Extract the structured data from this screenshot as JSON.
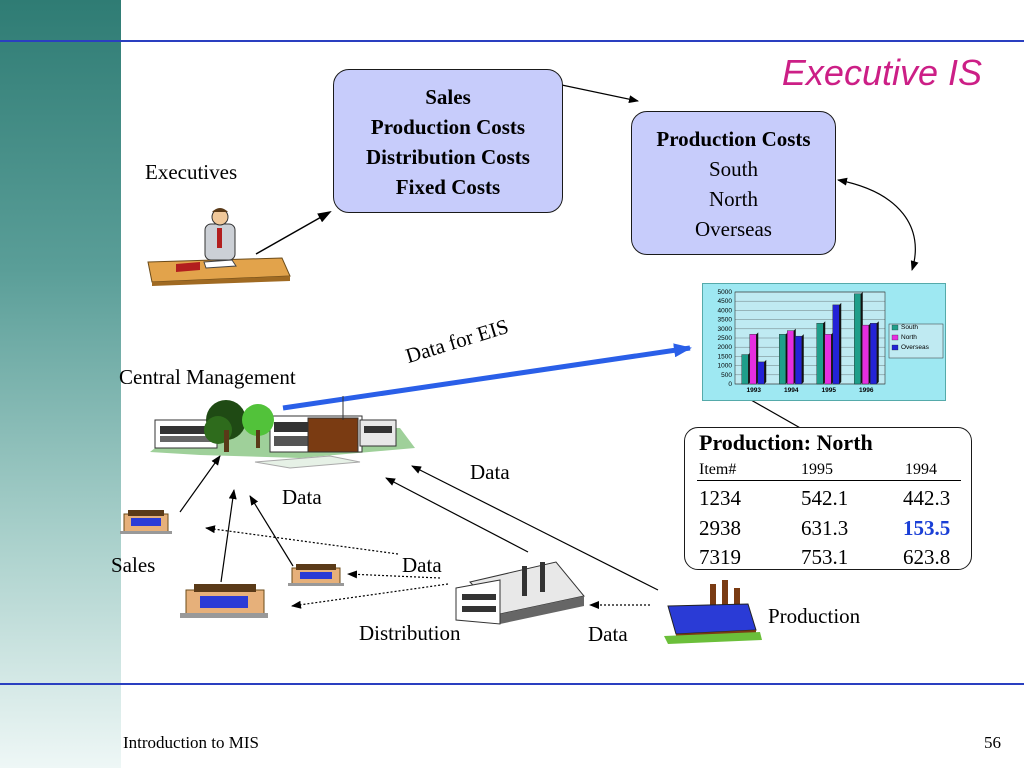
{
  "slide": {
    "title": "Executive IS",
    "footer_left": "Introduction to MIS",
    "page_number": "56"
  },
  "boxes": {
    "left": [
      "Sales",
      "Production Costs",
      "Distribution Costs",
      "Fixed Costs"
    ],
    "right_title": "Production Costs",
    "right_items": [
      "South",
      "North",
      "Overseas"
    ]
  },
  "labels": {
    "executives": "Executives",
    "central": "Central Management",
    "data_for_eis": "Data for EIS",
    "data_center": "Data",
    "data_mid": "Data",
    "data_low": "Data",
    "data_bottom": "Data",
    "sales": "Sales",
    "distribution": "Distribution",
    "production": "Production"
  },
  "table": {
    "title": "Production: North",
    "headers": [
      "Item#",
      "1995",
      "1994"
    ],
    "rows": [
      [
        "1234",
        "542.1",
        "442.3"
      ],
      [
        "2938",
        "631.3",
        "153.5"
      ],
      [
        "7319",
        "753.1",
        "623.8"
      ]
    ],
    "highlight_color": "#1a3fd6"
  },
  "chart_data": {
    "type": "bar",
    "categories": [
      "1993",
      "1994",
      "1995",
      "1996"
    ],
    "series": [
      {
        "name": "South",
        "values": [
          1600,
          2700,
          3300,
          4900
        ],
        "color": "#1f9e8a"
      },
      {
        "name": "North",
        "values": [
          2700,
          2900,
          2700,
          3200
        ],
        "color": "#e62ee0"
      },
      {
        "name": "Overseas",
        "values": [
          1200,
          2600,
          4300,
          3300
        ],
        "color": "#2323d6"
      }
    ],
    "yticks": [
      "5000",
      "4500",
      "4000",
      "3500",
      "3000",
      "2500",
      "2000",
      "1500",
      "1000",
      "500",
      "0"
    ],
    "ylim": [
      0,
      5000
    ],
    "grid": true,
    "legend": "right"
  }
}
